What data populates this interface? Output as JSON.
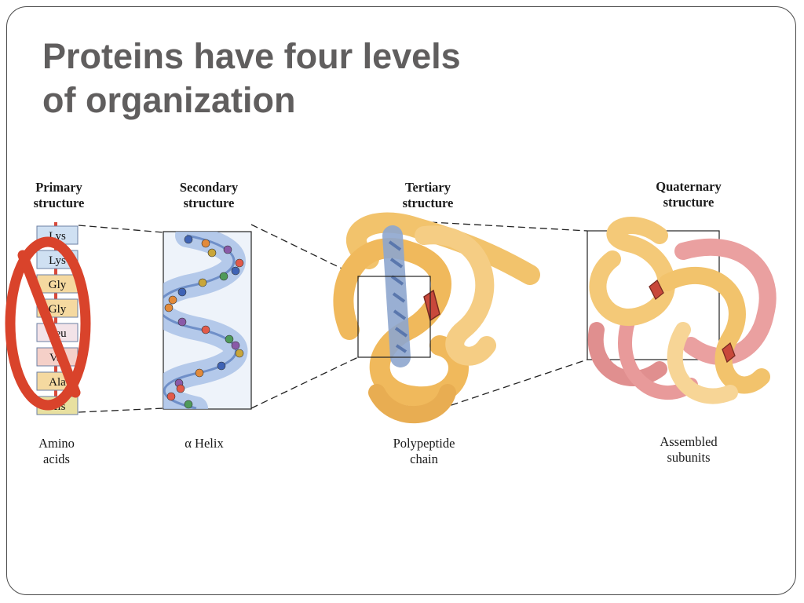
{
  "slide": {
    "title_line1": "Proteins have four levels",
    "title_line2": "of organization"
  },
  "labels": {
    "primary_line1": "Primary",
    "primary_line2": "structure",
    "secondary_line1": "Secondary",
    "secondary_line2": "structure",
    "tertiary_line1": "Tertiary",
    "tertiary_line2": "structure",
    "quaternary_line1": "Quaternary",
    "quaternary_line2": "structure"
  },
  "captions": {
    "primary_line1": "Amino",
    "primary_line2": "acids",
    "secondary": "α Helix",
    "tertiary_line1": "Polypeptide",
    "tertiary_line2": "chain",
    "quaternary_line1": "Assembled",
    "quaternary_line2": "subunits"
  },
  "amino_acids": [
    "Lys",
    "Lys",
    "Gly",
    "Gly",
    "Leu",
    "Val",
    "Ala",
    "His"
  ],
  "colors": {
    "title": "#605e5e",
    "prohibition": "#d9432b",
    "ribbon": "#f2c36c",
    "helix": "#8fb0dc",
    "subunit_pink": "#e89a9a"
  }
}
